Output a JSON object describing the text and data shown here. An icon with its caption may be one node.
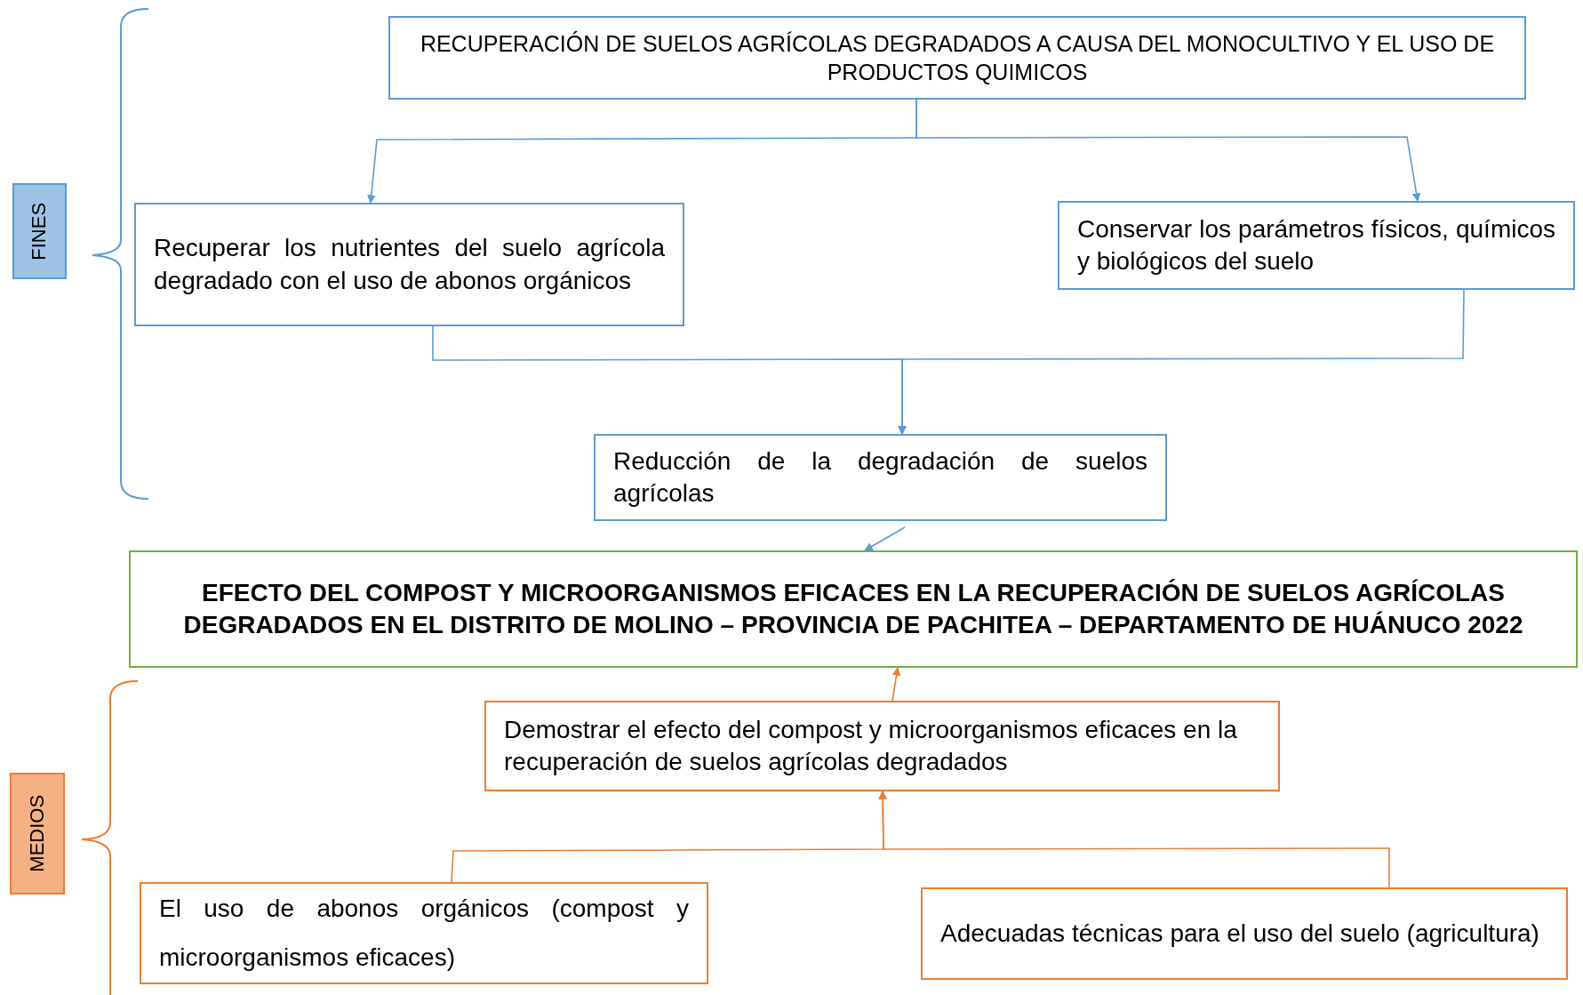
{
  "diagram": {
    "nodes": [
      {
        "text": [
          "FINES"
        ]
      },
      {
        "text": [
          "MEDIOS"
        ]
      },
      {
        "text": [
          "RECUPERACIÓN DE SUELOS AGRÍCOLAS DEGRADADOS A CAUSA DEL MONOCULTIVO Y EL USO DE PRODUCTOS QUIMICOS"
        ]
      },
      {
        "text": [
          "Recuperar los nutrientes del suelo agrícola degradado con el uso de abonos orgánicos"
        ]
      },
      {
        "text": [
          "Conservar los parámetros físicos, químicos y biológicos del suelo"
        ]
      },
      {
        "text": [
          "Reducción de la degradación de suelos agrícolas"
        ]
      },
      {
        "text": [
          "EFECTO DEL COMPOST Y MICROORGANISMOS EFICACES EN LA RECUPERACIÓN DE SUELOS AGRÍCOLAS DEGRADADOS EN EL DISTRITO DE MOLINO – PROVINCIA DE PACHITEA – DEPARTAMENTO DE HUÁNUCO 2022"
        ]
      },
      {
        "text": [
          "Demostrar el efecto del compost y microorganismos eficaces en la recuperación de suelos agrícolas degradados"
        ]
      },
      {
        "text": [
          "El uso de abonos orgánicos (compost y microorganismos eficaces)"
        ]
      },
      {
        "text": [
          "Adecuadas técnicas para el uso del suelo (agricultura)"
        ]
      }
    ],
    "edges": [
      {
        "from": 2,
        "to": 3,
        "arrow": "to"
      },
      {
        "from": 2,
        "to": 4,
        "arrow": "to"
      },
      {
        "from": 3,
        "to": 5,
        "arrow": "to"
      },
      {
        "from": 4,
        "to": 5,
        "arrow": "to"
      },
      {
        "from": 5,
        "to": 6,
        "arrow": "to"
      },
      {
        "from": 7,
        "to": 6,
        "arrow": "to",
        "color": "#ed7d31"
      },
      {
        "from": 8,
        "to": 7,
        "arrow": "to",
        "color": "#ed7d31"
      },
      {
        "from": 9,
        "to": 7,
        "arrow": "to",
        "color": "#ed7d31"
      }
    ]
  }
}
